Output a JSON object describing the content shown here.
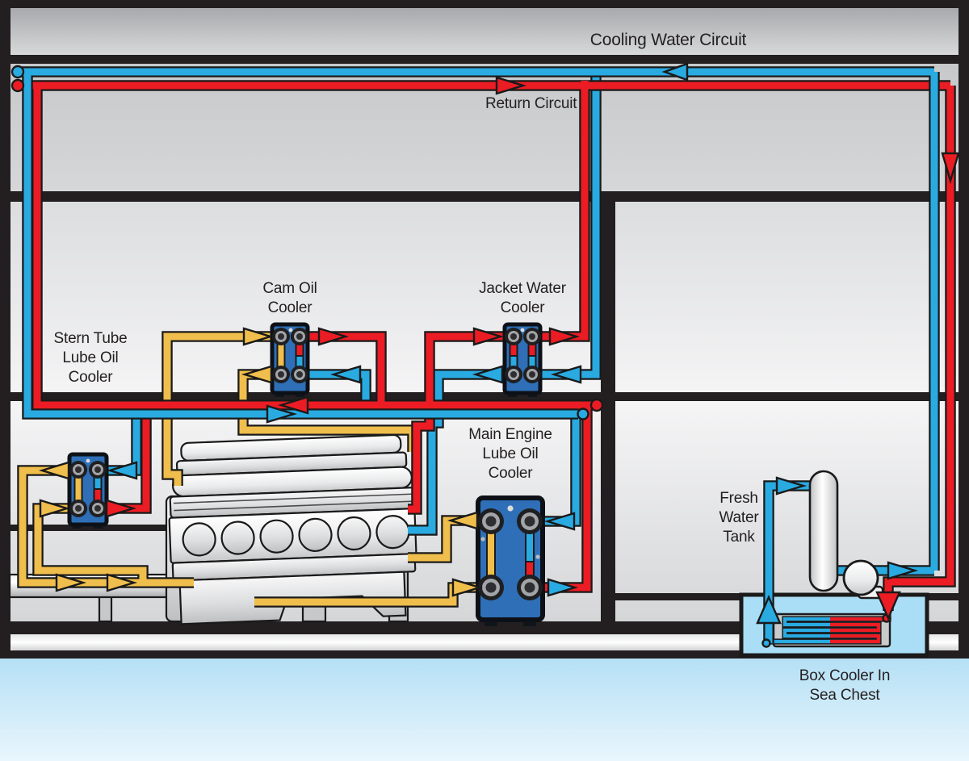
{
  "title": "Cooling Water Circuit",
  "labels": {
    "return_circuit": "Return Circuit",
    "stern_tube_cooler": [
      "Stern Tube",
      "Lube Oil",
      "Cooler"
    ],
    "cam_oil_cooler": [
      "Cam Oil",
      "Cooler"
    ],
    "jacket_water_cooler": [
      "Jacket Water",
      "Cooler"
    ],
    "main_engine_cooler": [
      "Main Engine",
      "Lube Oil",
      "Cooler"
    ],
    "fresh_water_tank": [
      "Fresh",
      "Water",
      "Tank"
    ],
    "box_cooler": [
      "Box Cooler In",
      "Sea Chest"
    ]
  },
  "colors": {
    "hot": "#EC1C24",
    "cold": "#29ABE2",
    "oil": "#F0BE4C",
    "outline": "#1A1A1A",
    "structure": "#231F20",
    "cooler_body": "#2E6FB7",
    "cooler_case": "#0D1117",
    "sea": "#BCE3F6",
    "sea_chest": "#A9DEF6"
  }
}
